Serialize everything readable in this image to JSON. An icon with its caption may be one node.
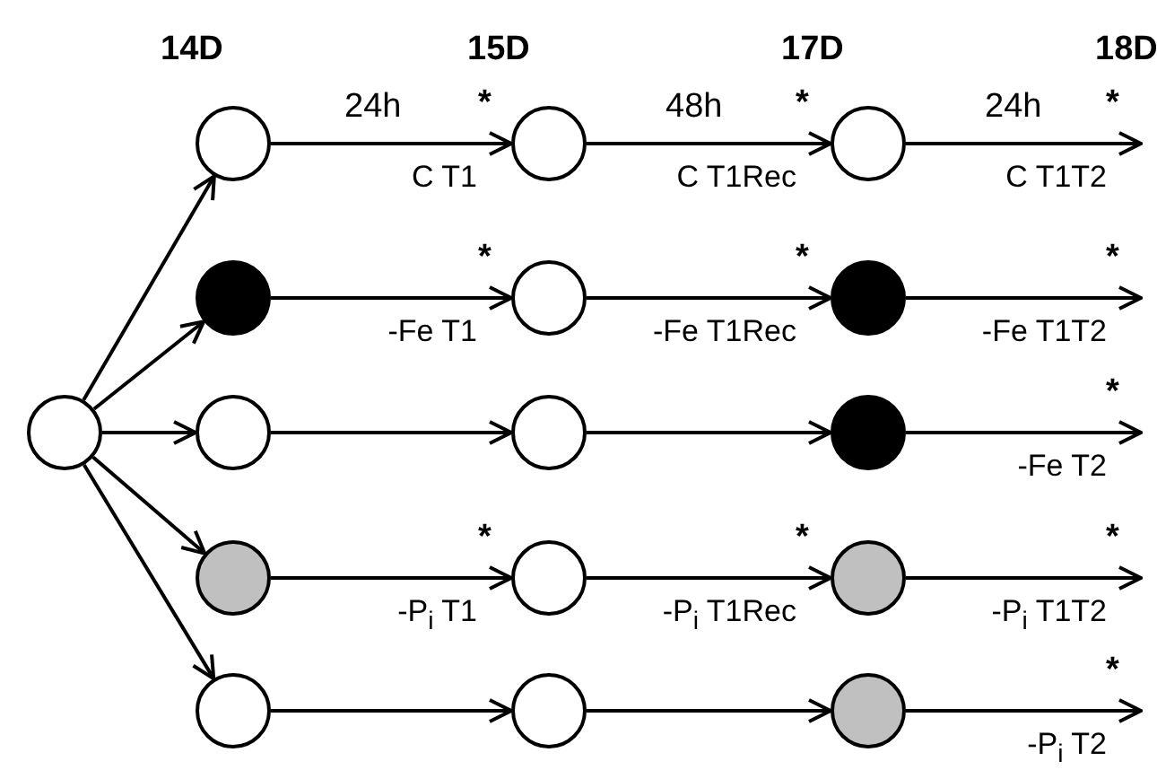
{
  "diagram": {
    "nodes": [
      {
        "text": [],
        "shape": "circle"
      },
      {
        "text": [],
        "shape": "circle"
      },
      {
        "text": [],
        "shape": "circle"
      },
      {
        "text": [],
        "shape": "circle"
      },
      {
        "text": [],
        "shape": "circle"
      },
      {
        "text": [],
        "shape": "circle"
      },
      {
        "text": [],
        "shape": "circle"
      },
      {
        "text": [],
        "shape": "circle"
      },
      {
        "text": [],
        "shape": "circle"
      },
      {
        "text": [],
        "shape": "circle"
      },
      {
        "text": [],
        "shape": "circle"
      },
      {
        "text": [],
        "shape": "circle"
      },
      {
        "text": [],
        "shape": "circle"
      },
      {
        "text": [],
        "shape": "circle"
      },
      {
        "text": [],
        "shape": "circle"
      },
      {
        "text": [],
        "shape": "circle"
      }
    ],
    "edges": [
      {
        "from": 0,
        "to": 1,
        "arrow": "to"
      },
      {
        "from": 0,
        "to": 4,
        "arrow": "to"
      },
      {
        "from": 0,
        "to": 7,
        "arrow": "to"
      },
      {
        "from": 0,
        "to": 10,
        "arrow": "to"
      },
      {
        "from": 0,
        "to": 13,
        "arrow": "to"
      },
      {
        "from": 1,
        "to": 2,
        "arrow": "to",
        "label": "C T1"
      },
      {
        "from": 2,
        "to": 3,
        "arrow": "to",
        "label": "C T1Rec"
      },
      {
        "from": 3,
        "to": null,
        "arrow": "to",
        "label": "C T1T2"
      },
      {
        "from": 4,
        "to": 5,
        "arrow": "to",
        "label": "-Fe T1"
      },
      {
        "from": 5,
        "to": 6,
        "arrow": "to",
        "label": "-Fe T1Rec"
      },
      {
        "from": 6,
        "to": null,
        "arrow": "to",
        "label": "-Fe T1T2"
      },
      {
        "from": 7,
        "to": 8,
        "arrow": "to"
      },
      {
        "from": 8,
        "to": 9,
        "arrow": "to"
      },
      {
        "from": 9,
        "to": null,
        "arrow": "to",
        "label": "-Fe T2"
      },
      {
        "from": 10,
        "to": 11,
        "arrow": "to",
        "label": "-P$_{i}$ T1"
      },
      {
        "from": 11,
        "to": 12,
        "arrow": "to",
        "label": "-P$_{i}$ T1Rec"
      },
      {
        "from": 12,
        "to": null,
        "arrow": "to",
        "label": "-P$_{i}$ T1T2"
      },
      {
        "from": 13,
        "to": 14,
        "arrow": "to"
      },
      {
        "from": 14,
        "to": 15,
        "arrow": "to"
      },
      {
        "from": 15,
        "to": null,
        "arrow": "to",
        "label": "-P$_{i}$ T2"
      }
    ],
    "labels": [
      "14D",
      "15D",
      "17D",
      "18D",
      "24h",
      "*",
      "48h",
      "*",
      "24h",
      "*",
      "*",
      "*",
      "*",
      "*",
      "*",
      "*",
      "*",
      "*"
    ]
  }
}
